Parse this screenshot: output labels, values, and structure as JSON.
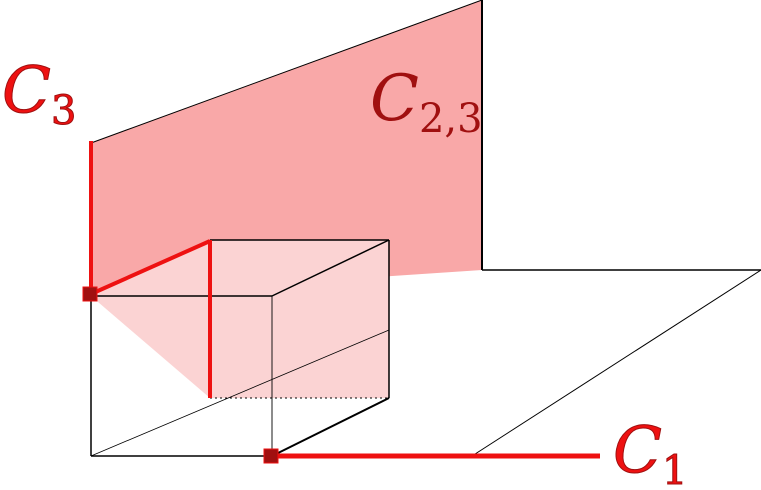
{
  "labels": {
    "c3": {
      "main": "C",
      "sub": "3"
    },
    "c23": {
      "main": "C",
      "sub": "2,3"
    },
    "c1": {
      "main": "C",
      "sub": "1"
    }
  },
  "colors": {
    "red": "#ee1111",
    "dark_red": "#a01010",
    "plane_fill": "#f9a8a8",
    "plane_fill_light": "#fbd3d3",
    "line": "#000000"
  }
}
